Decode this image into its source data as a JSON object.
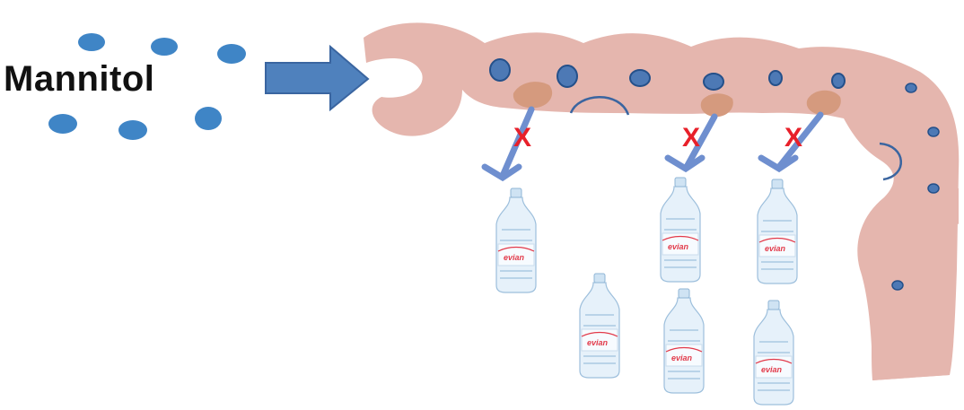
{
  "diagram": {
    "label": "Mannitol",
    "blocked_mark": "X",
    "bottle_brand": "evian",
    "colors": {
      "intestine": "#e5b6ae",
      "particle": "#3f85c6",
      "particle_small": "#4d79b5",
      "arrow_fill": "#4f81bd",
      "arrow_stroke": "#3a65a0",
      "transporter": "#d59a7e",
      "channel": "#5b8fd0",
      "x_mark": "#e8202a",
      "text": "#111111"
    }
  }
}
